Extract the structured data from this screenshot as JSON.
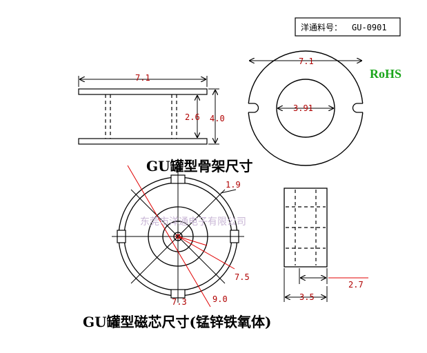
{
  "part_label": {
    "prefix": "洋通料号：",
    "code": "GU-0901"
  },
  "rohs": "RoHS",
  "bobbin": {
    "title": "GU罐型骨架尺寸",
    "dims": {
      "width": "7.1",
      "inner_height": "2.6",
      "outer_height": "4.0"
    }
  },
  "ring": {
    "dims": {
      "outer": "7.1",
      "inner": "3.91"
    }
  },
  "core": {
    "title": "GU罐型磁芯尺寸(锰锌铁氧体)",
    "dims": {
      "slot": "1.9",
      "d1": "7.5",
      "d2": "9.0",
      "d3": "7.3",
      "height": "3.5",
      "lip": "2.7"
    }
  },
  "watermark": "东莞市洋通电子有限公司"
}
